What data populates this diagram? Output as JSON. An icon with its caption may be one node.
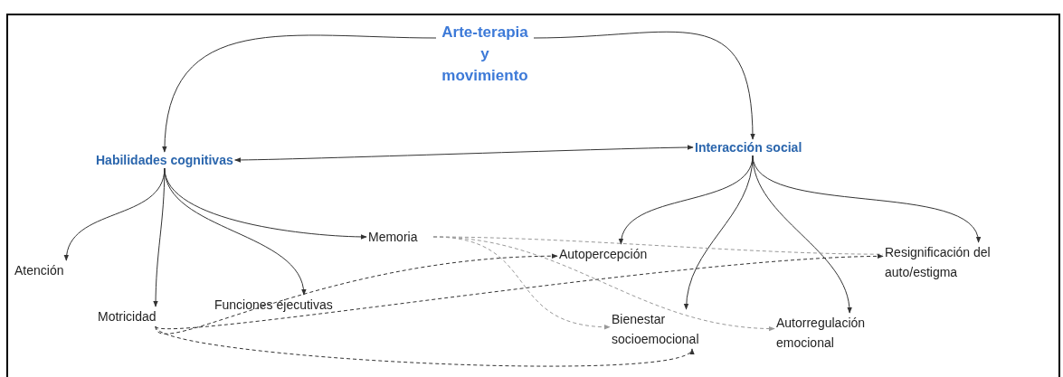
{
  "diagram": {
    "nodes": [
      {
        "text": [
          "Arte-terapia y movimiento"
        ]
      },
      {
        "text": [
          "Habilidades cognitivas"
        ]
      },
      {
        "text": [
          "Interacción social"
        ]
      },
      {
        "text": [
          "Atención"
        ]
      },
      {
        "text": [
          "Motricidad"
        ]
      },
      {
        "text": [
          "Funciones ejecutivas"
        ]
      },
      {
        "text": [
          "Memoria"
        ]
      },
      {
        "text": [
          "Autopercepción"
        ]
      },
      {
        "text": [
          "Resignificación del auto/estigma"
        ]
      },
      {
        "text": [
          "Bienestar socioemocional"
        ]
      },
      {
        "text": [
          "Autorregulación emocional"
        ]
      }
    ],
    "edges": [
      {
        "from": 0,
        "to": 1,
        "arrow": "to"
      },
      {
        "from": 0,
        "to": 2,
        "arrow": "to"
      },
      {
        "from": 1,
        "to": 2,
        "arrow": "both"
      },
      {
        "from": 1,
        "to": 3,
        "arrow": "to"
      },
      {
        "from": 1,
        "to": 4,
        "arrow": "to"
      },
      {
        "from": 1,
        "to": 5,
        "arrow": "to"
      },
      {
        "from": 1,
        "to": 6,
        "arrow": "to"
      },
      {
        "from": 2,
        "to": 7,
        "arrow": "to"
      },
      {
        "from": 2,
        "to": 9,
        "arrow": "to"
      },
      {
        "from": 2,
        "to": 10,
        "arrow": "to"
      },
      {
        "from": 2,
        "to": 8,
        "arrow": "to"
      },
      {
        "from": 6,
        "to": 8,
        "arrow": "none",
        "style": "dashed",
        "color": "#999999"
      },
      {
        "from": 6,
        "to": 9,
        "arrow": "to",
        "style": "dashed",
        "color": "#999999"
      },
      {
        "from": 6,
        "to": 10,
        "arrow": "to",
        "style": "dashed",
        "color": "#999999"
      },
      {
        "from": 4,
        "to": 7,
        "arrow": "to",
        "style": "dashed"
      },
      {
        "from": 4,
        "to": 8,
        "arrow": "to",
        "style": "dashed"
      },
      {
        "from": 4,
        "to": 9,
        "arrow": "to",
        "style": "dashed"
      }
    ]
  }
}
